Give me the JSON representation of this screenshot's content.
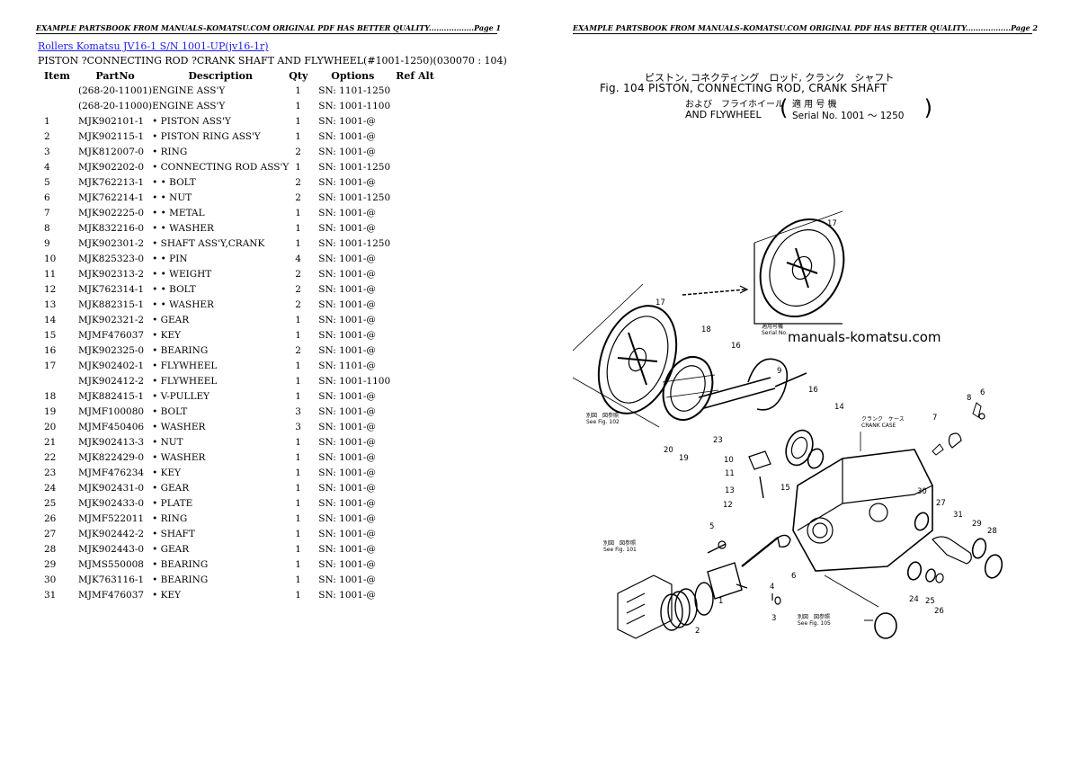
{
  "header": {
    "left": "EXAMPLE PARTSBOOK FROM MANUALS-KOMATSU.COM ORIGINAL PDF HAS BETTER QUALITY..................Page 1",
    "right": "EXAMPLE PARTSBOOK FROM MANUALS-KOMATSU.COM ORIGINAL PDF HAS BETTER QUALITY..................Page 2"
  },
  "doc": {
    "link": "Rollers Komatsu JV16-1 S/N 1001-UP(jv16-1r)",
    "subtitle": "PISTON ?CONNECTING ROD ?CRANK SHAFT AND FLYWHEEL(#1001-1250)(030070 : 104)"
  },
  "table": {
    "headers": {
      "item": "Item",
      "part": "PartNo",
      "desc": "Description",
      "qty": "Qty",
      "opt": "Options",
      "ref": "Ref Alt"
    },
    "rows": [
      {
        "item": "",
        "part": "(268-20-11001)",
        "desc": "ENGINE ASS'Y",
        "qty": "1",
        "opt": "SN: 1101-1250"
      },
      {
        "item": "",
        "part": "(268-20-11000)",
        "desc": "ENGINE ASS'Y",
        "qty": "1",
        "opt": "SN: 1001-1100"
      },
      {
        "item": "1",
        "part": "MJK902101-1",
        "desc": "• PISTON ASS'Y",
        "qty": "1",
        "opt": "SN: 1001-@"
      },
      {
        "item": "2",
        "part": "MJK902115-1",
        "desc": "• PISTON RING ASS'Y",
        "qty": "1",
        "opt": "SN: 1001-@"
      },
      {
        "item": "3",
        "part": "MJK812007-0",
        "desc": "• RING",
        "qty": "2",
        "opt": "SN: 1001-@"
      },
      {
        "item": "4",
        "part": "MJK902202-0",
        "desc": "• CONNECTING ROD ASS'Y",
        "qty": "1",
        "opt": "SN: 1001-1250"
      },
      {
        "item": "5",
        "part": "MJK762213-1",
        "desc": "• • BOLT",
        "qty": "2",
        "opt": "SN: 1001-@"
      },
      {
        "item": "6",
        "part": "MJK762214-1",
        "desc": "• • NUT",
        "qty": "2",
        "opt": "SN: 1001-1250"
      },
      {
        "item": "7",
        "part": "MJK902225-0",
        "desc": "• • METAL",
        "qty": "1",
        "opt": "SN: 1001-@"
      },
      {
        "item": "8",
        "part": "MJK832216-0",
        "desc": "• • WASHER",
        "qty": "1",
        "opt": "SN: 1001-@"
      },
      {
        "item": "9",
        "part": "MJK902301-2",
        "desc": "• SHAFT ASS'Y,CRANK",
        "qty": "1",
        "opt": "SN: 1001-1250"
      },
      {
        "item": "10",
        "part": "MJK825323-0",
        "desc": "• • PIN",
        "qty": "4",
        "opt": "SN: 1001-@"
      },
      {
        "item": "11",
        "part": "MJK902313-2",
        "desc": "• • WEIGHT",
        "qty": "2",
        "opt": "SN: 1001-@"
      },
      {
        "item": "12",
        "part": "MJK762314-1",
        "desc": "• • BOLT",
        "qty": "2",
        "opt": "SN: 1001-@"
      },
      {
        "item": "13",
        "part": "MJK882315-1",
        "desc": "• • WASHER",
        "qty": "2",
        "opt": "SN: 1001-@"
      },
      {
        "item": "14",
        "part": "MJK902321-2",
        "desc": "• GEAR",
        "qty": "1",
        "opt": "SN: 1001-@"
      },
      {
        "item": "15",
        "part": "MJMF476037",
        "desc": "• KEY",
        "qty": "1",
        "opt": "SN: 1001-@"
      },
      {
        "item": "16",
        "part": "MJK902325-0",
        "desc": "• BEARING",
        "qty": "2",
        "opt": "SN: 1001-@"
      },
      {
        "item": "17",
        "part": "MJK902402-1",
        "desc": "• FLYWHEEL",
        "qty": "1",
        "opt": "SN: 1101-@"
      },
      {
        "item": "",
        "part": "MJK902412-2",
        "desc": "• FLYWHEEL",
        "qty": "1",
        "opt": "SN: 1001-1100"
      },
      {
        "item": "18",
        "part": "MJK882415-1",
        "desc": "• V-PULLEY",
        "qty": "1",
        "opt": "SN: 1001-@"
      },
      {
        "item": "19",
        "part": "MJMF100080",
        "desc": "• BOLT",
        "qty": "3",
        "opt": "SN: 1001-@"
      },
      {
        "item": "20",
        "part": "MJMF450406",
        "desc": "• WASHER",
        "qty": "3",
        "opt": "SN: 1001-@"
      },
      {
        "item": "21",
        "part": "MJK902413-3",
        "desc": "• NUT",
        "qty": "1",
        "opt": "SN: 1001-@"
      },
      {
        "item": "22",
        "part": "MJK822429-0",
        "desc": "• WASHER",
        "qty": "1",
        "opt": "SN: 1001-@"
      },
      {
        "item": "23",
        "part": "MJMF476234",
        "desc": "• KEY",
        "qty": "1",
        "opt": "SN: 1001-@"
      },
      {
        "item": "24",
        "part": "MJK902431-0",
        "desc": "• GEAR",
        "qty": "1",
        "opt": "SN: 1001-@"
      },
      {
        "item": "25",
        "part": "MJK902433-0",
        "desc": "• PLATE",
        "qty": "1",
        "opt": "SN: 1001-@"
      },
      {
        "item": "26",
        "part": "MJMF522011",
        "desc": "• RING",
        "qty": "1",
        "opt": "SN: 1001-@"
      },
      {
        "item": "27",
        "part": "MJK902442-2",
        "desc": "• SHAFT",
        "qty": "1",
        "opt": "SN: 1001-@"
      },
      {
        "item": "28",
        "part": "MJK902443-0",
        "desc": "• GEAR",
        "qty": "1",
        "opt": "SN: 1001-@"
      },
      {
        "item": "29",
        "part": "MJMS550008",
        "desc": "• BEARING",
        "qty": "1",
        "opt": "SN: 1001-@"
      },
      {
        "item": "30",
        "part": "MJK763116-1",
        "desc": "• BEARING",
        "qty": "1",
        "opt": "SN: 1001-@"
      },
      {
        "item": "31",
        "part": "MJMF476037",
        "desc": "• KEY",
        "qty": "1",
        "opt": "SN: 1001-@"
      }
    ]
  },
  "figure": {
    "jp_title": "ピストン, コネクティング　ロッド, クランク　シャフト",
    "title_line1": "Fig. 104 PISTON, CONNECTING ROD, CRANK SHAFT",
    "title_line2_jp": "および　フライホイール",
    "title_line2": "AND FLYWHEEL",
    "serial_jp": "適 用 号 機",
    "serial": "Serial No. 1001 ～ 1250",
    "watermark": "manuals-komatsu.com",
    "crank_case_jp": "クランク　ケース",
    "crank_case": "CRANK CASE",
    "note_serial_jp": "適用号機",
    "note_serial": "Serial No.",
    "note_102_jp": "別図　図参照",
    "note_102": "See Fig. 102",
    "note_101_jp": "別図　図参照",
    "note_101": "See Fig. 101",
    "note_105_jp": "別図　図参照",
    "note_105": "See Fig. 105",
    "callouts": [
      "17",
      "17",
      "18",
      "16",
      "9",
      "16",
      "14",
      "10",
      "11",
      "13",
      "12",
      "15",
      "20",
      "19",
      "23",
      "8",
      "6",
      "7",
      "30",
      "27",
      "31",
      "29",
      "28",
      "5",
      "4",
      "6",
      "3",
      "2",
      "1",
      "24",
      "25",
      "26"
    ]
  }
}
